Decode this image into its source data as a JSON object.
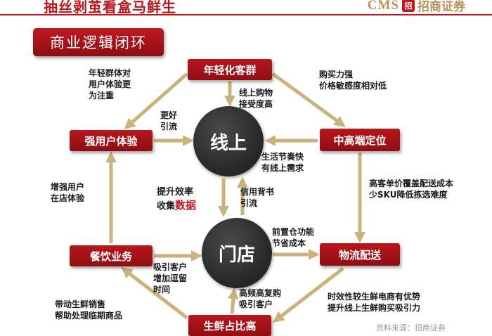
{
  "header": {
    "title": "抽丝剥茧看盒马鲜生",
    "brand_en": "CMS",
    "brand_logo": "招",
    "brand_cn": "招商证券"
  },
  "banner": "商业逻辑闭环",
  "nodes": {
    "young_customers": "年轻化客群",
    "strong_experience": "强用户体验",
    "mid_high_positioning": "中高端定位",
    "catering": "餐饮业务",
    "logistics": "物流配送",
    "fresh_ratio": "生鲜占比高"
  },
  "centers": {
    "online": "线上",
    "store": "门店"
  },
  "notes": {
    "young_to_experience": [
      "年轻群体对",
      "用户体验更",
      "为注重"
    ],
    "young_to_positioning": [
      "购买力强",
      "价格敏感度相对低"
    ],
    "online_acceptance": [
      "线上购物",
      "接受度高"
    ],
    "experience_to_online": [
      "更好",
      "引流"
    ],
    "positioning_to_online": [
      "生活节奏快",
      "有线上需求"
    ],
    "catering_to_experience": [
      "增强用户",
      "在店体验"
    ],
    "positioning_to_logistics": [
      "高客单价覆盖配送成本",
      "少SKU降低拣选难度"
    ],
    "efficiency_prefix": "提升效率",
    "efficiency_line2_prefix": "收集",
    "efficiency_highlight": "数据",
    "credit": [
      "信用背书",
      "引流"
    ],
    "front_warehouse": [
      "前置仓功能",
      "节省成本"
    ],
    "catering_to_store": [
      "吸引客户",
      "增加逗留",
      "时间"
    ],
    "fresh_to_catering": [
      "带动生鲜销售",
      "帮助处理临期商品"
    ],
    "fresh_to_store": [
      "高频高复购",
      "吸引客户"
    ],
    "logistics_to_fresh": [
      "时效性较生鲜电商有优势",
      "提升线上生鲜购买吸引力"
    ]
  },
  "source_note": "资料来源：招商证券",
  "colors": {
    "accent_red": "#b5161b",
    "arrow_gold": "#c9b27c",
    "circle_dark": "#2b2b2b",
    "brand_gold": "#b9915a"
  }
}
